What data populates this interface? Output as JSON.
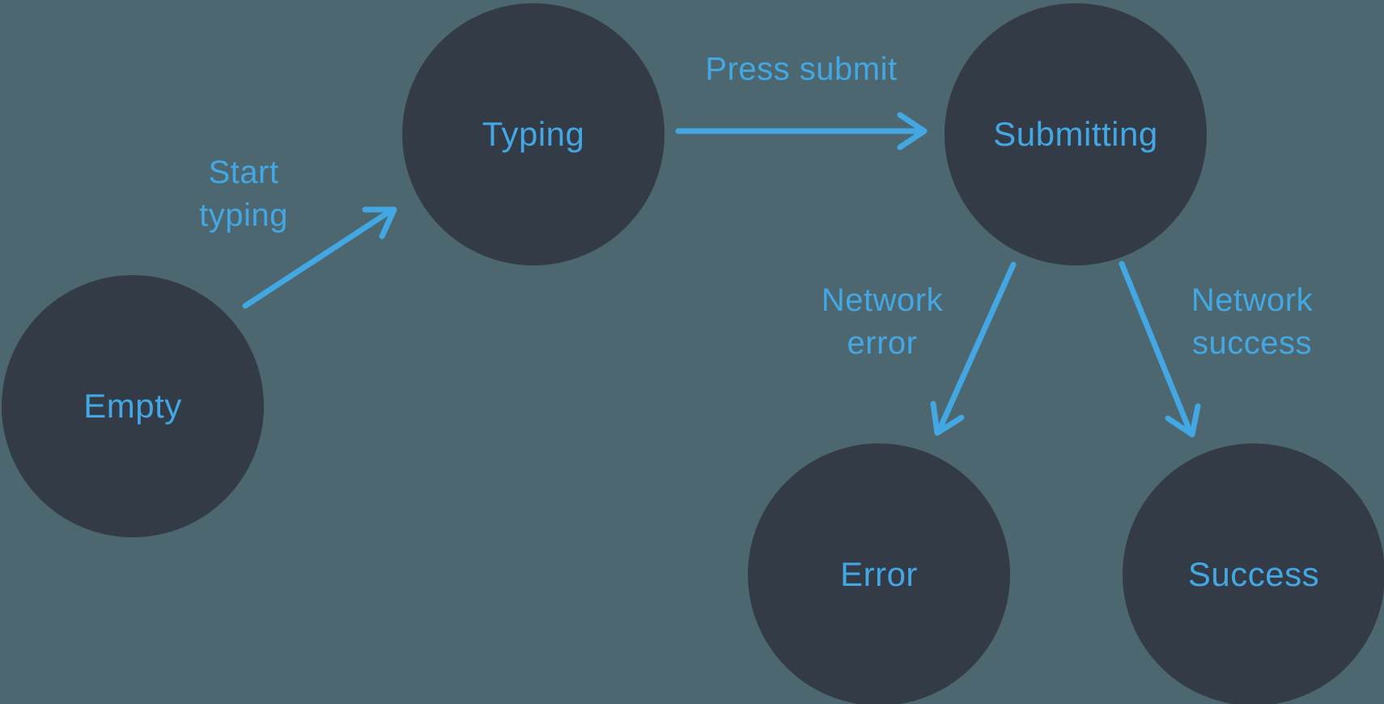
{
  "diagram": {
    "type": "state-machine",
    "states": [
      {
        "id": "empty",
        "label": "Empty"
      },
      {
        "id": "typing",
        "label": "Typing"
      },
      {
        "id": "submitting",
        "label": "Submitting"
      },
      {
        "id": "error",
        "label": "Error"
      },
      {
        "id": "success",
        "label": "Success"
      }
    ],
    "transitions": [
      {
        "from": "empty",
        "to": "typing",
        "label": "Start typing",
        "label_lines": [
          "Start",
          "typing"
        ]
      },
      {
        "from": "typing",
        "to": "submitting",
        "label": "Press submit",
        "label_lines": [
          "Press submit"
        ]
      },
      {
        "from": "submitting",
        "to": "error",
        "label": "Network error",
        "label_lines": [
          "Network",
          "error"
        ]
      },
      {
        "from": "submitting",
        "to": "success",
        "label": "Network success",
        "label_lines": [
          "Network",
          "success"
        ]
      }
    ]
  },
  "colors": {
    "background": "#4D6770",
    "node-fill": "#333B47",
    "accent": "#43A7E3"
  }
}
